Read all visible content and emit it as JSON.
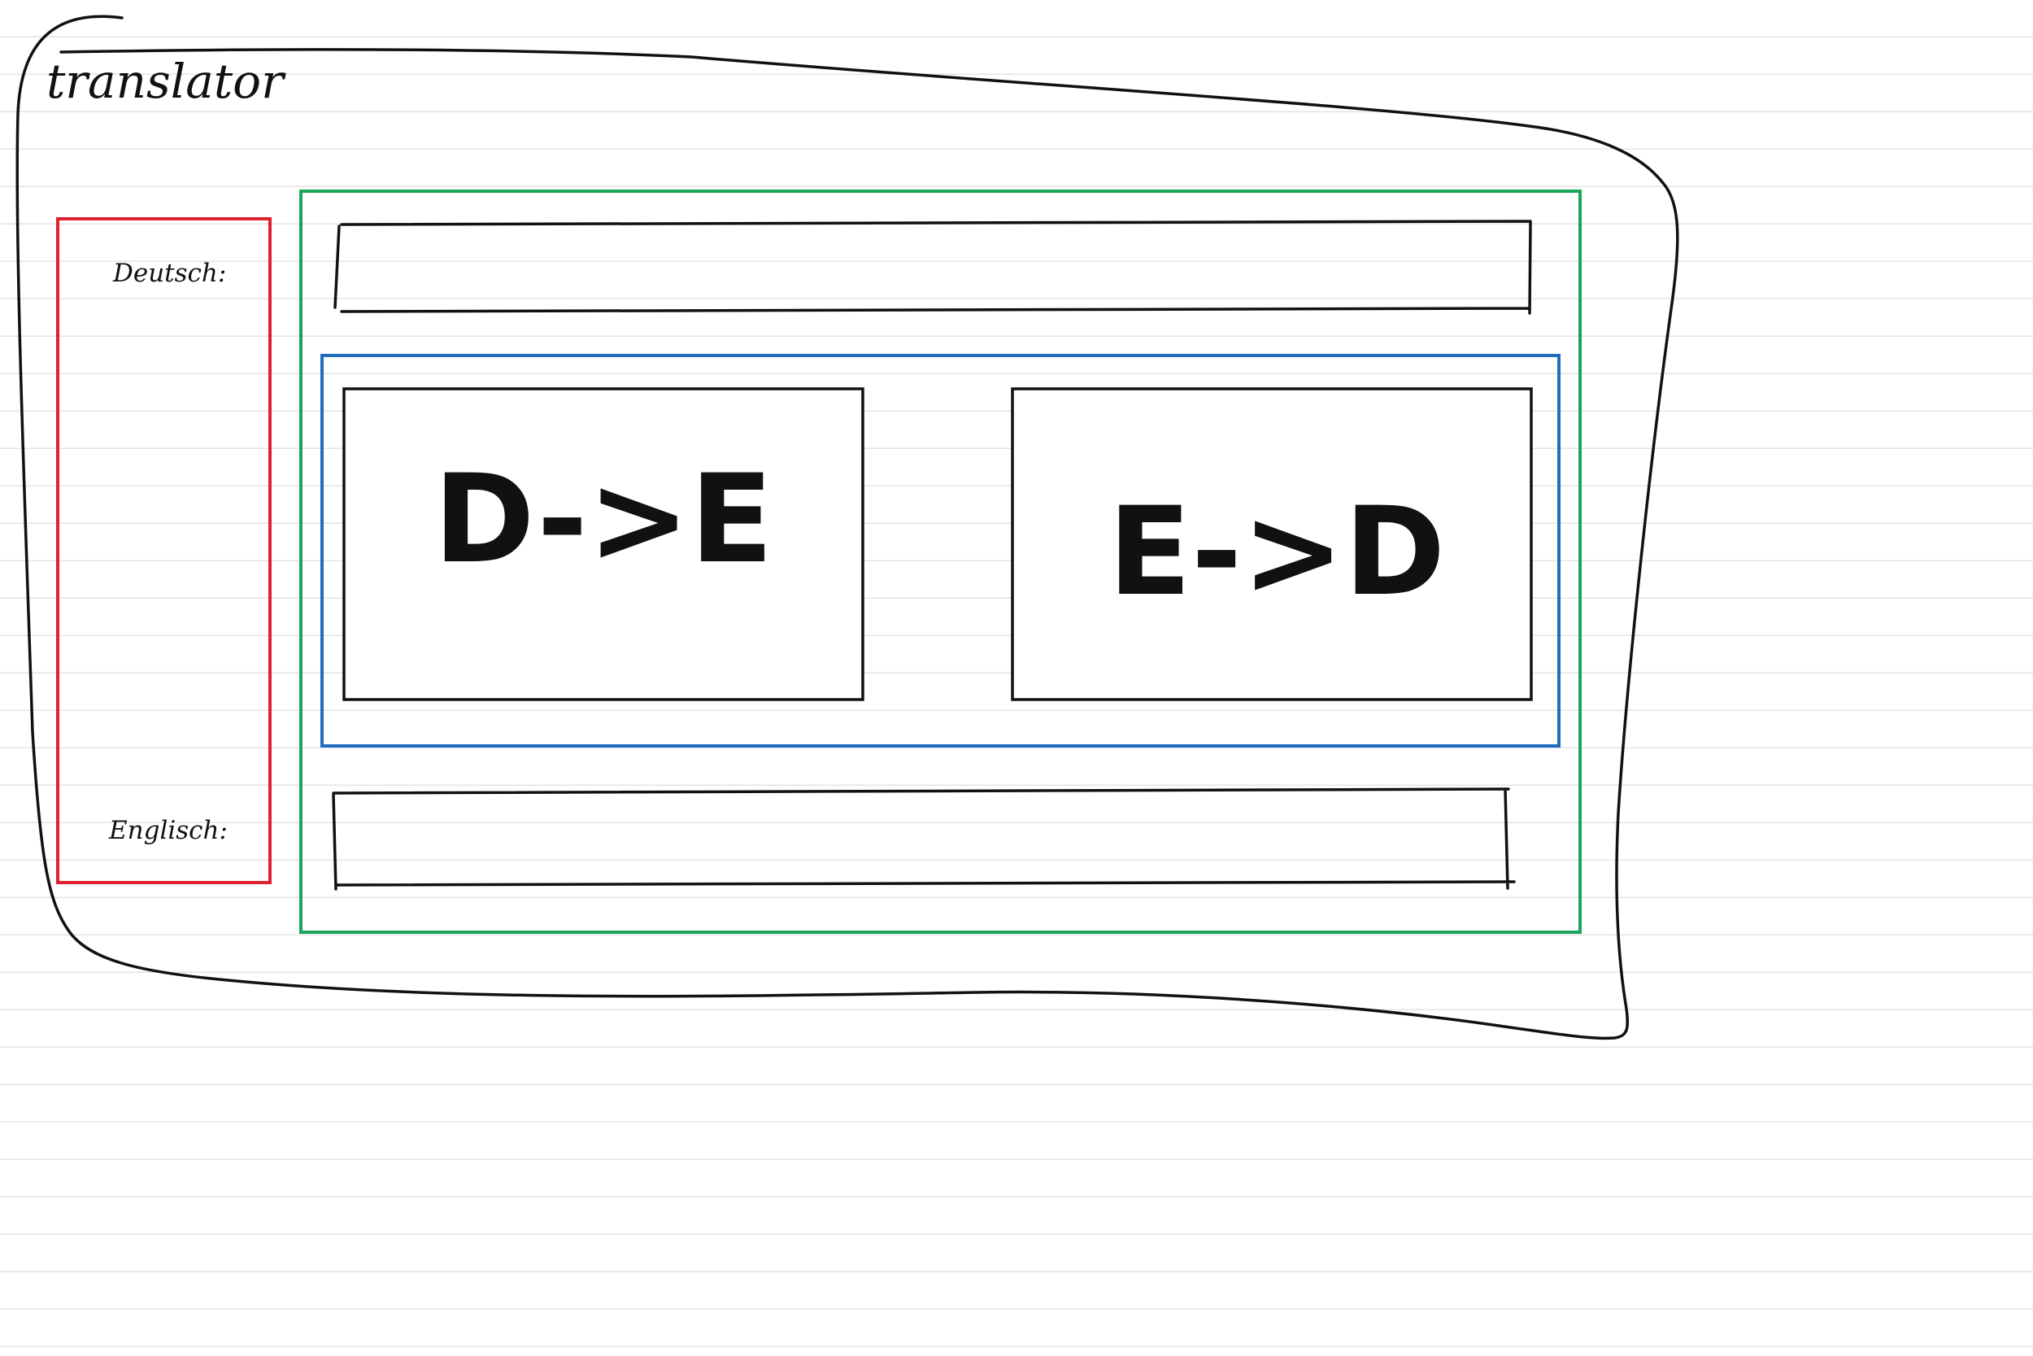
{
  "app": {
    "title": "translator"
  },
  "labels": {
    "german": "Deutsch:",
    "english": "Englisch:"
  },
  "buttons": {
    "de_to_en": "D->E",
    "en_to_de": "E->D"
  },
  "colors": {
    "ink": "#111111",
    "label_panel": "#e02030",
    "content_panel": "#1aa558",
    "button_panel": "#1f6cc0",
    "ruled_line": "#e4e4e4"
  }
}
